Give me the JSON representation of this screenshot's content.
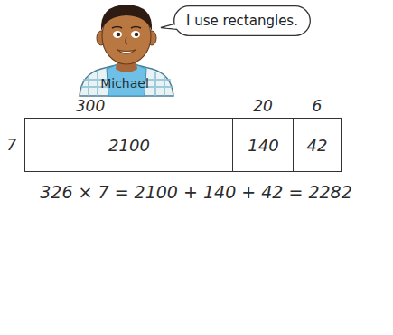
{
  "diagram": {
    "nodes": [
      {
        "text": [
          "I use rectangles."
        ]
      },
      {
        "text": [
          "2100"
        ]
      },
      {
        "text": [
          "140"
        ]
      },
      {
        "text": [
          "42"
        ]
      }
    ],
    "labels": [
      "Michael",
      "300",
      "20",
      "6",
      "7",
      "326 × 7 = 2100 + 140 + 42 = 2282"
    ]
  }
}
